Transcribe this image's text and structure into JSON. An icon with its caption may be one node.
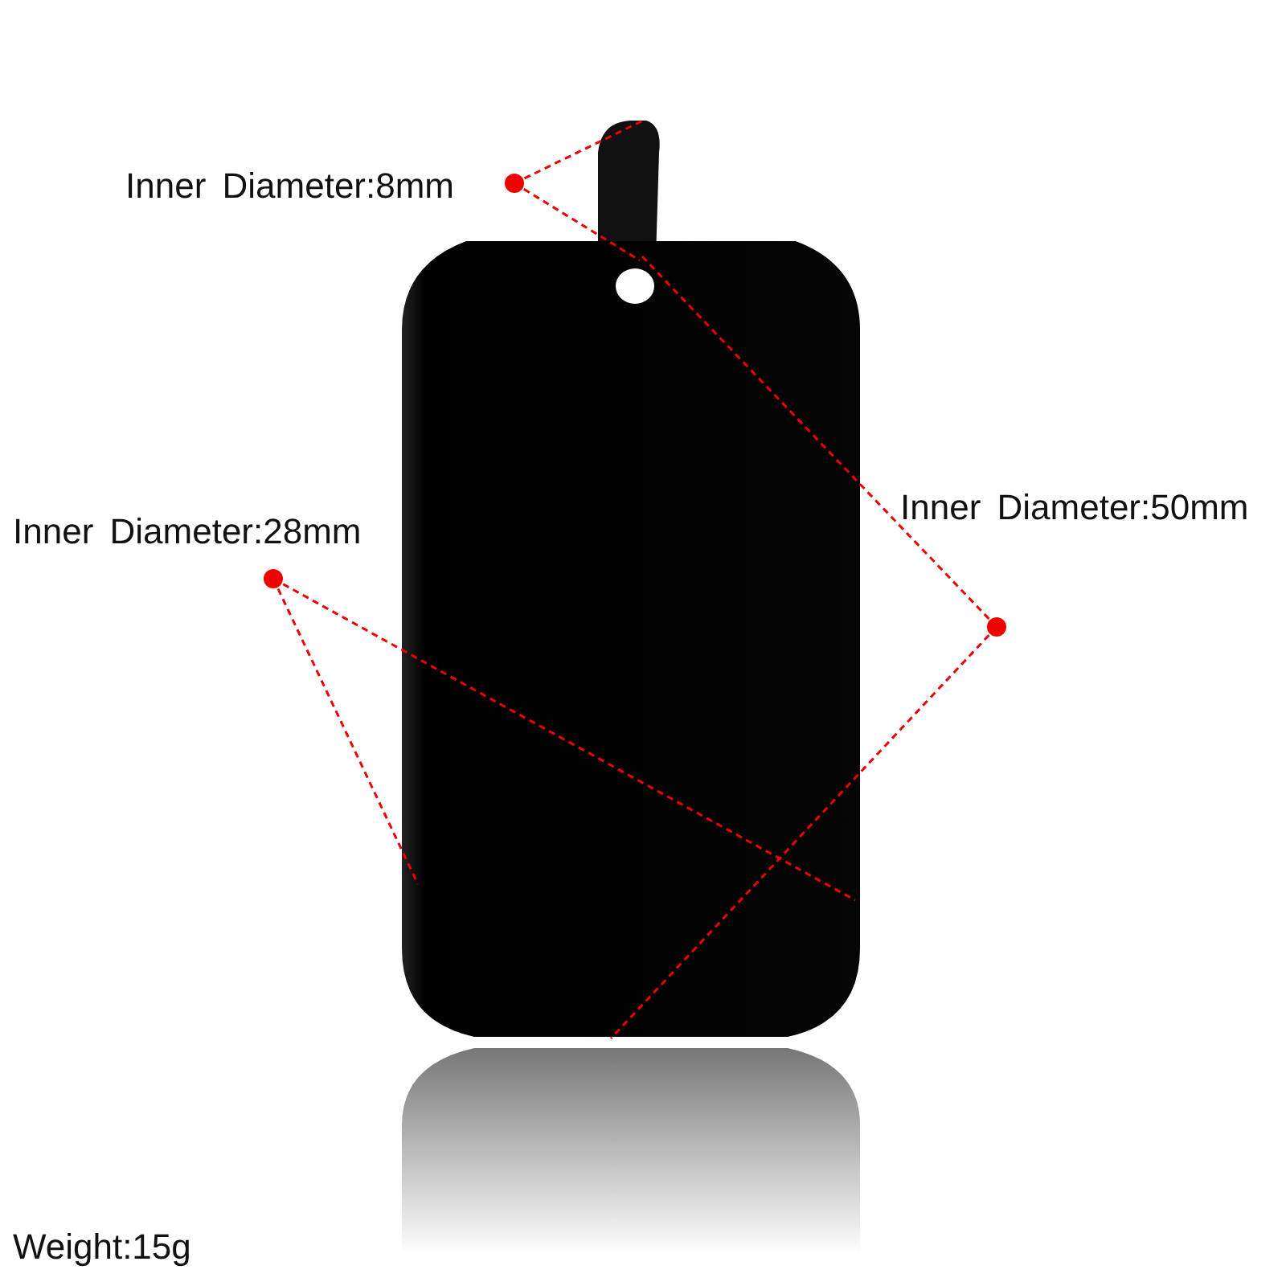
{
  "diagram": {
    "labels": [
      "Inner Diameter:8mm",
      "Inner Diameter:50mm",
      "Inner Diameter:28mm",
      "Weight:15g"
    ]
  }
}
